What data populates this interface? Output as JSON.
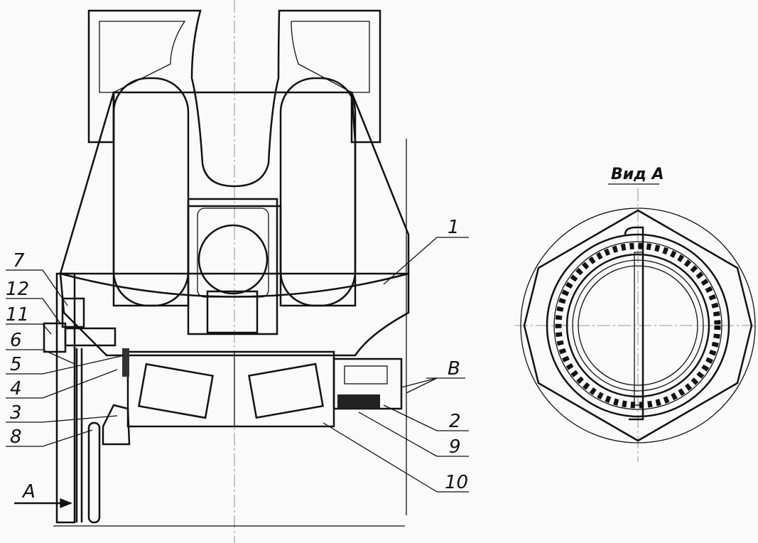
{
  "drawing": {
    "view_title": "Вид А",
    "callouts": {
      "c1": "1",
      "c2": "2",
      "c3": "3",
      "c4": "4",
      "c5": "5",
      "c6": "6",
      "c7": "7",
      "c8": "8",
      "c9": "9",
      "c10": "10",
      "c11": "11",
      "c12": "12",
      "view_arrow": "A",
      "b": "В"
    }
  }
}
